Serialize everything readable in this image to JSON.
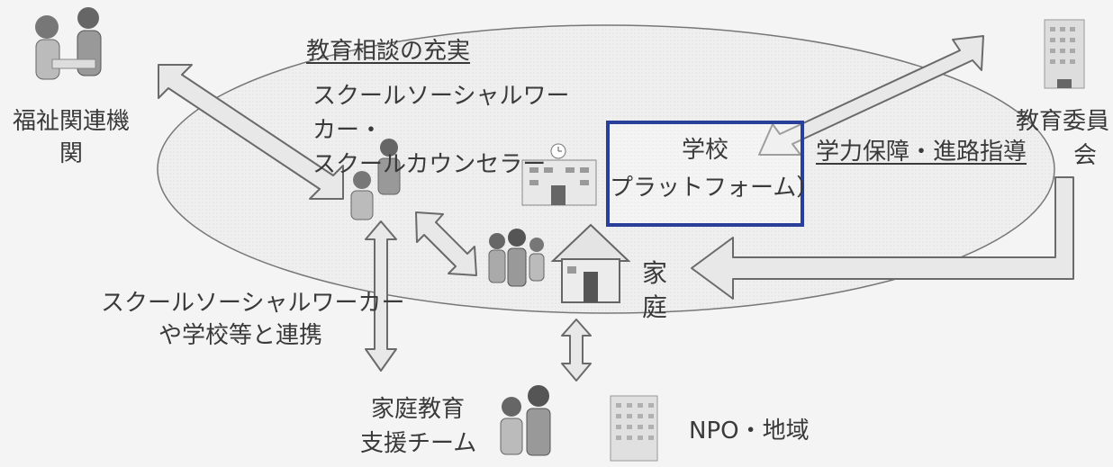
{
  "labels": {
    "consultation_title": "教育相談の充実",
    "ssw_line1": "スクールソーシャルワー",
    "ssw_line2": "カー・",
    "counselor": "スクールカウンセラー",
    "school_line1": "学校",
    "school_line2": "プラットフォーム）",
    "academic": "学力保障・進路指導",
    "board_line1": "教育委員",
    "board_line2": "会",
    "welfare_line1": "福祉関連機",
    "welfare_line2": "関",
    "family_char1": "家",
    "family_char2": "庭",
    "cooperation_line1": "スクールソーシャルワーカー",
    "cooperation_line2": "や学校等と連携",
    "home_support_line1": "家庭教育",
    "home_support_line2": "支援チーム",
    "npo": "NPO・地域"
  },
  "colors": {
    "highlight_border": "#2a3f9a",
    "arrow_fill": "#e6e6e6",
    "arrow_stroke": "#6a6a6a"
  }
}
